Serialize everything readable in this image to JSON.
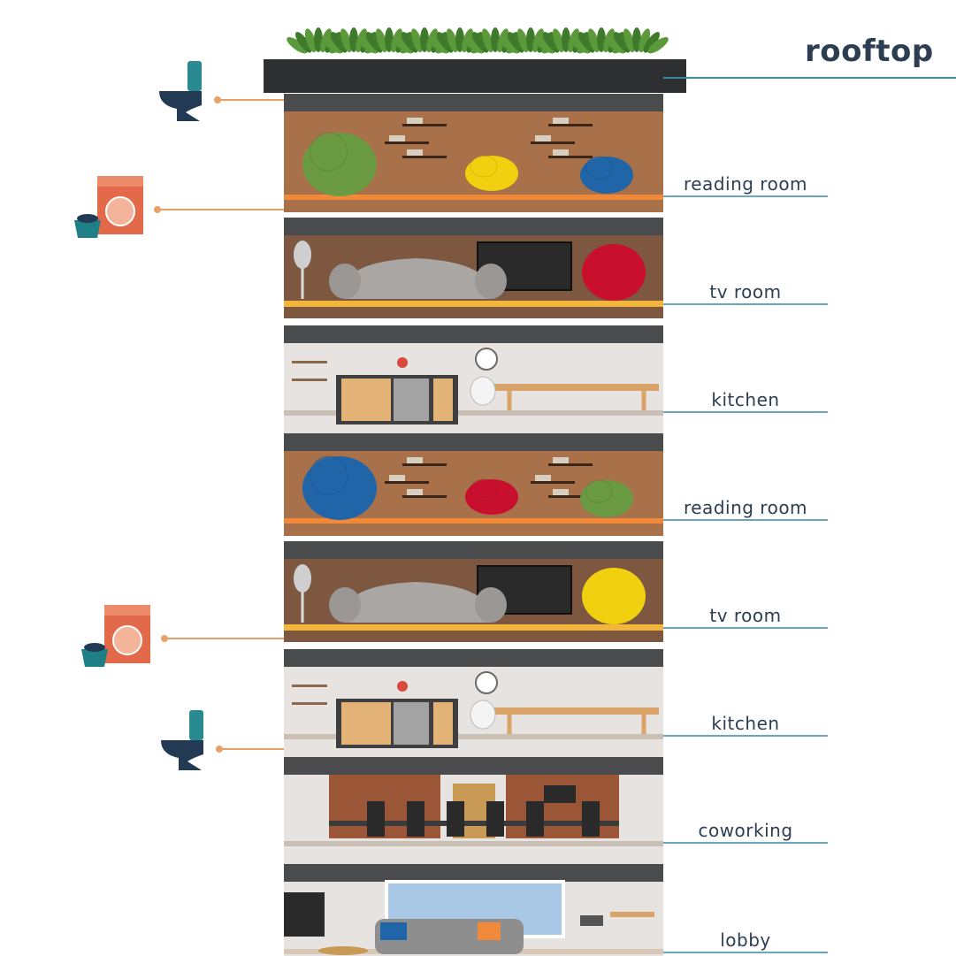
{
  "rooftop": {
    "label": "rooftop"
  },
  "floors": [
    {
      "label": "reading room",
      "type": "reading",
      "bags": [
        "#6a9a42",
        "#f1d10f",
        "#1f65a8"
      ]
    },
    {
      "label": "tv room",
      "type": "tv",
      "chair": "#c8102e"
    },
    {
      "label": "kitchen",
      "type": "kitchen"
    },
    {
      "label": "reading room",
      "type": "reading",
      "bags": [
        "#1f65a8",
        "#c8102e",
        "#6a9a42"
      ]
    },
    {
      "label": "tv room",
      "type": "tv",
      "chair": "#f1d10f"
    },
    {
      "label": "kitchen",
      "type": "kitchen"
    },
    {
      "label": "coworking",
      "type": "coworking"
    },
    {
      "label": "lobby",
      "type": "lobby"
    }
  ],
  "side_icons": [
    {
      "name": "toilet",
      "icon": "toilet-icon"
    },
    {
      "name": "laundry",
      "icon": "washing-machine-icon"
    },
    {
      "name": "laundry",
      "icon": "washing-machine-icon"
    },
    {
      "name": "toilet",
      "icon": "toilet-icon"
    }
  ],
  "colors": {
    "accent_line": "#e8a06a",
    "label_line": "#3a8aa6",
    "slab": "#4a4b4d",
    "roof": "#2e2f31",
    "text": "#2e3e52",
    "wood_wall": "#a9714a",
    "tv_wall": "#7d5740",
    "kitchen_wall": "#e6e3e0"
  }
}
